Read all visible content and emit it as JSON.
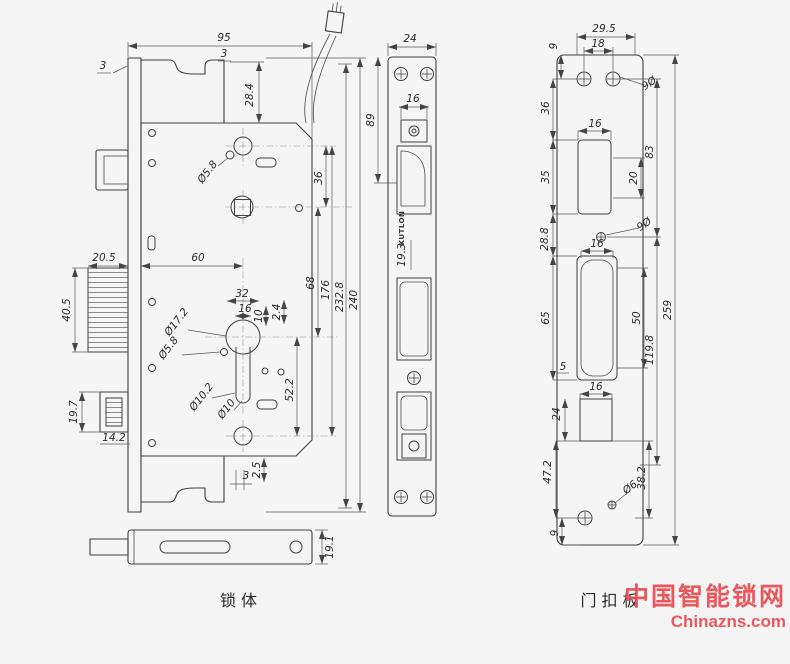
{
  "labels": {
    "lock": "锁体",
    "strike": "门扣板"
  },
  "brand": "KUTLON",
  "watermark": {
    "line1": "中国智能锁网",
    "line2": "Chinazns.com"
  },
  "d": {
    "lock": {
      "w95": "95",
      "t3": "3",
      "tab3": "3",
      "h28_4": "28.4",
      "dia5_8a": "Ø5.8",
      "v36": "36",
      "h20_5": "20.5",
      "h60": "60",
      "v68": "68",
      "v176": "176",
      "v232_8": "232.8",
      "v240": "240",
      "h32": "32",
      "h16": "16",
      "v10": "10",
      "v2_4": "2.4",
      "v40_5": "40.5",
      "dia17_2": "Ø17.2",
      "dia5_8b": "Ø5.8",
      "v52_2": "52.2",
      "dia10_2": "Ø10.2",
      "dia10": "Ø10",
      "v19_7": "19.7",
      "h14_2": "14.2",
      "b3": "3",
      "b2_5": "2.5",
      "v19_1": "19.1"
    },
    "plate": {
      "w24": "24",
      "v89": "89",
      "h16": "16",
      "v19_3": "19.3"
    },
    "strike": {
      "w29_5": "29.5",
      "w18": "18",
      "v9t": "9",
      "dia9a": "9Ø",
      "v36": "36",
      "h16a": "16",
      "v35": "35",
      "v20": "20",
      "v83": "83",
      "v28_8": "28.8",
      "dia9b": "9Ø",
      "h16b": "16",
      "v65": "65",
      "v50": "50",
      "v5": "5",
      "v119_8": "119.8",
      "v259": "259",
      "v24": "24",
      "h16c": "16",
      "v47_2": "47.2",
      "v38_2": "38.2",
      "dia6": "Ø6",
      "v9b": "9"
    }
  }
}
